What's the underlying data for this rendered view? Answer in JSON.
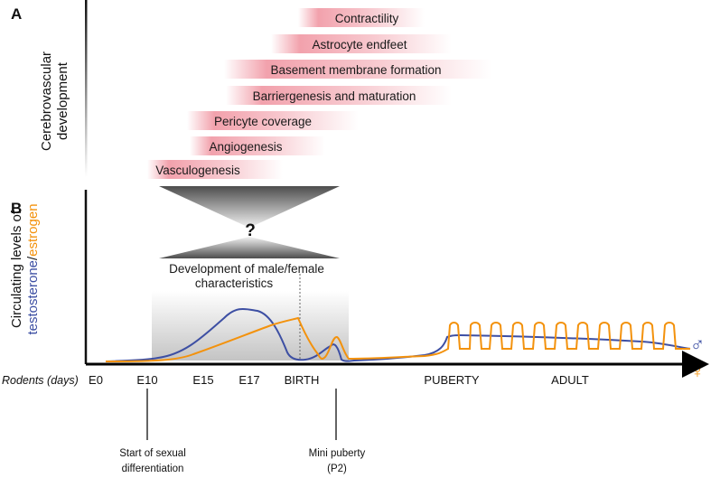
{
  "panel_a": {
    "letter": "A",
    "axis_label": "Cerebrovascular development",
    "axis_label_lines": [
      "Cerebrovascular",
      "development"
    ],
    "processes": [
      {
        "label": "Contractility"
      },
      {
        "label": "Astrocyte endfeet"
      },
      {
        "label": "Basement membrane formation"
      },
      {
        "label": "Barriergenesis and maturation"
      },
      {
        "label": "Pericyte coverage"
      },
      {
        "label": "Angiogenesis"
      },
      {
        "label": "Vasculogenesis"
      }
    ],
    "bar_color": "#e0203a"
  },
  "hourglass": {
    "question": "?",
    "caption_lines": [
      "Development of male/female",
      "characteristics"
    ]
  },
  "panel_b": {
    "letter": "B",
    "axis_label_line1": "Circulating levels of",
    "axis_label_testosterone": "testosterone",
    "axis_label_slash": "/",
    "axis_label_estrogen": "estrogen",
    "testosterone_color": "#3d4fa3",
    "estrogen_color": "#f3920d",
    "male_symbol": "♂",
    "female_symbol": "♀"
  },
  "timeline": {
    "axis_title": "Rodents (days)",
    "ticks": [
      "E0",
      "E10",
      "E15",
      "E17",
      "BIRTH",
      "PUBERTY",
      "ADULT"
    ],
    "annotations": {
      "sexual_differentiation": [
        "Start of sexual",
        "differentiation"
      ],
      "mini_puberty": [
        "Mini puberty",
        "(P2)"
      ]
    }
  }
}
